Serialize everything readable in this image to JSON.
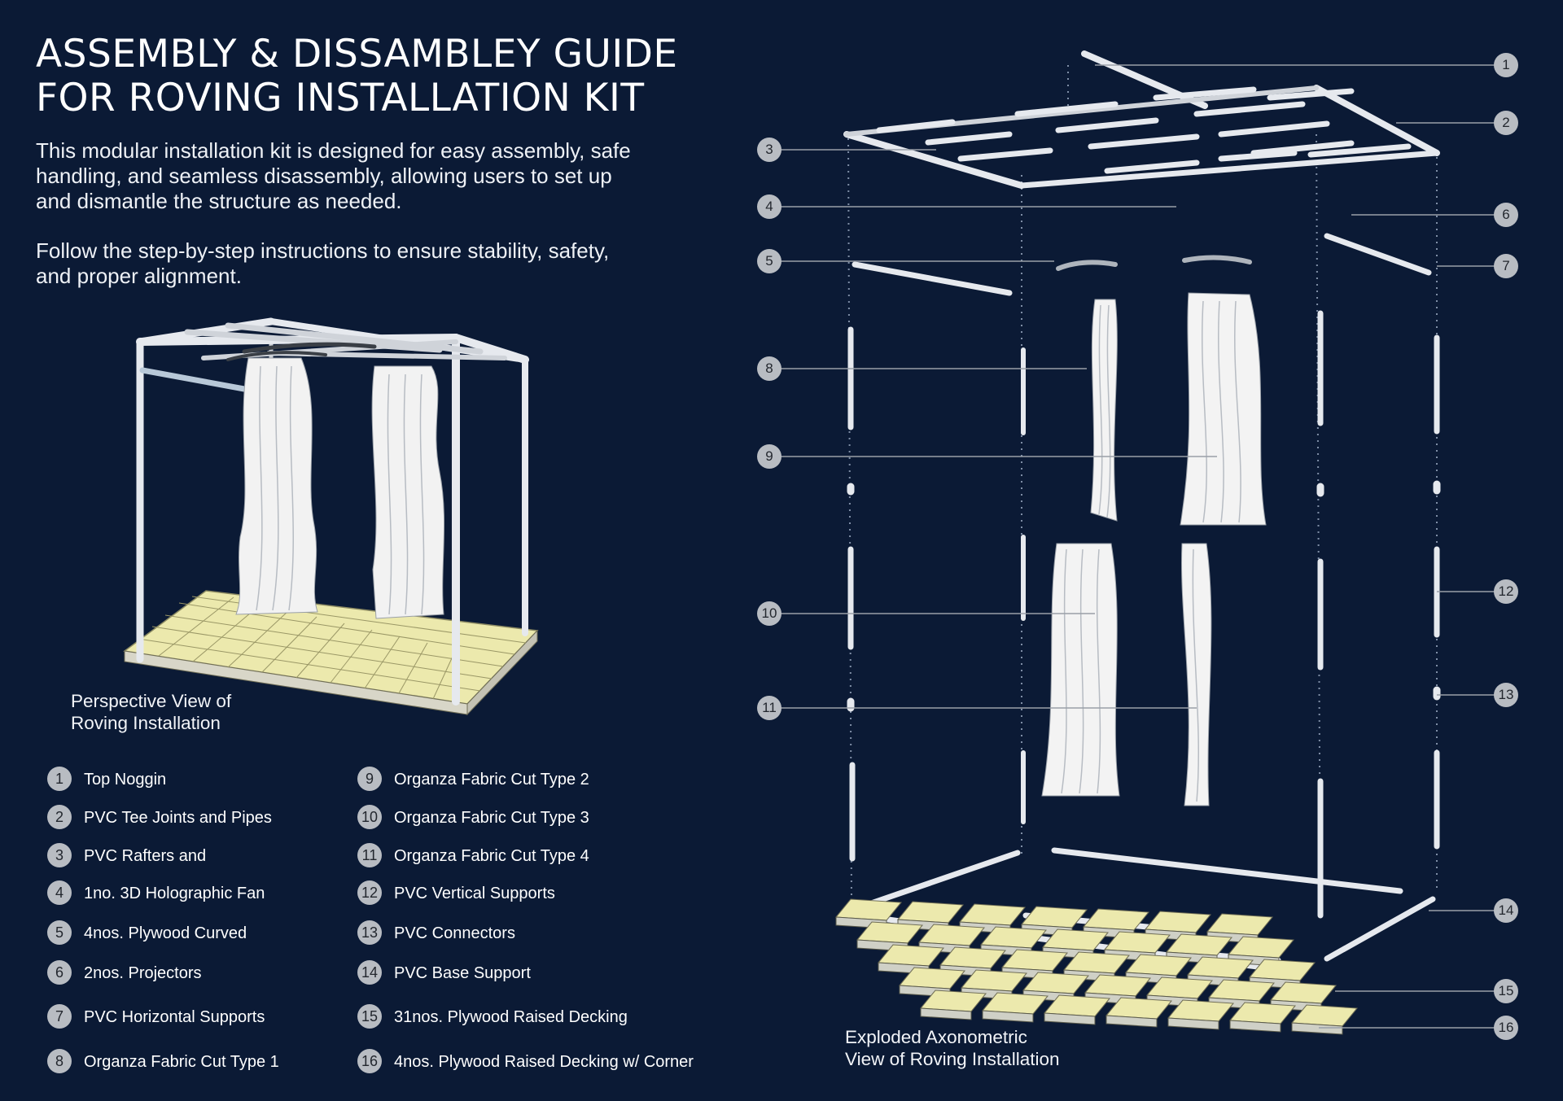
{
  "title": {
    "line1": "ASSEMBLY & DISSAMBLEY GUIDE",
    "line2": "FOR ROVING INSTALLATION KIT"
  },
  "intro": [
    [
      "This modular installation kit is designed for easy assembly, safe",
      "handling, and seamless disassembly, allowing users to set up",
      "and dismantle the structure as needed."
    ],
    [
      "Follow the step-by-step instructions to ensure stability, safety,",
      "and proper alignment."
    ]
  ],
  "perspective_caption": [
    "Perspective View of",
    "Roving Installation"
  ],
  "exploded_caption": [
    "Exploded Axonometric",
    "View of Roving Installation"
  ],
  "legend": [
    {
      "num": "1",
      "label": "Top Noggin"
    },
    {
      "num": "2",
      "label": "PVC Tee Joints and Pipes"
    },
    {
      "num": "3",
      "label": "PVC Rafters and"
    },
    {
      "num": "4",
      "label": "1no. 3D Holographic Fan"
    },
    {
      "num": "5",
      "label": "4nos. Plywood Curved"
    },
    {
      "num": "6",
      "label": "2nos. Projectors"
    },
    {
      "num": "7",
      "label": "PVC Horizontal Supports"
    },
    {
      "num": "8",
      "label": "Organza Fabric Cut Type 1"
    },
    {
      "num": "9",
      "label": "Organza Fabric Cut Type 2"
    },
    {
      "num": "10",
      "label": "Organza Fabric Cut Type 3"
    },
    {
      "num": "11",
      "label": "Organza Fabric Cut Type 4"
    },
    {
      "num": "12",
      "label": "PVC Vertical Supports"
    },
    {
      "num": "13",
      "label": "PVC Connectors"
    },
    {
      "num": "14",
      "label": "PVC Base Support"
    },
    {
      "num": "15",
      "label": "31nos. Plywood Raised Decking"
    },
    {
      "num": "16",
      "label": "4nos. Plywood Raised Decking w/ Corner"
    }
  ],
  "callouts": [
    "1",
    "2",
    "3",
    "4",
    "5",
    "6",
    "7",
    "8",
    "9",
    "10",
    "11",
    "12",
    "13",
    "14",
    "15",
    "16"
  ],
  "colors": {
    "background": "#0b1a35",
    "text": "#ffffff",
    "badge_fill": "#b8bcc2",
    "badge_text": "#23272e",
    "leader_line": "#9aa0a8",
    "pipe": "#e6e9ee",
    "deck_top": "#ece9ad",
    "fabric": "#f3f3f3"
  }
}
